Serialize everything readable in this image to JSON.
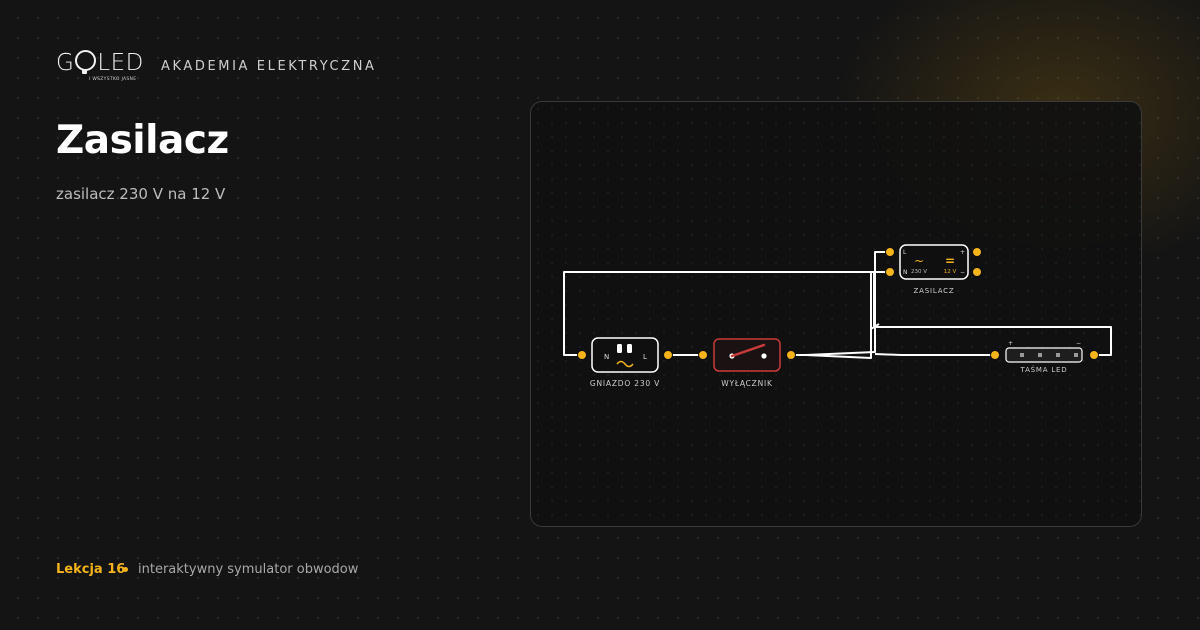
{
  "brand": {
    "logo_text": "GOLED",
    "logo_tagline": "I WSZYSTKO JASNE",
    "academy": "AKADEMIA ELEKTRYCZNA"
  },
  "title": "Zasilacz",
  "subtitle": "zasilacz 230 V na 12 V",
  "footer": {
    "lesson": "Lekcja 16",
    "description": "interaktywny symulator obwodow"
  },
  "circuit": {
    "socket": {
      "label": "GNIAZDO 230 V",
      "left_term": "N",
      "right_term": "L",
      "symbol": "~"
    },
    "switch": {
      "label": "WYŁĄCZNIK"
    },
    "psu": {
      "label": "ZASILACZ",
      "in_l": "L",
      "in_n": "N",
      "out_plus": "+",
      "out_minus": "−",
      "in_voltage": "230 V",
      "out_voltage": "12 V",
      "ac_symbol": "~",
      "dc_symbol": "="
    },
    "led": {
      "label": "TAŚMA LED",
      "plus": "+",
      "minus": "−"
    }
  },
  "colors": {
    "accent": "#f5b41a",
    "switch_border": "#c93a3a",
    "wire": "#ffffff"
  }
}
